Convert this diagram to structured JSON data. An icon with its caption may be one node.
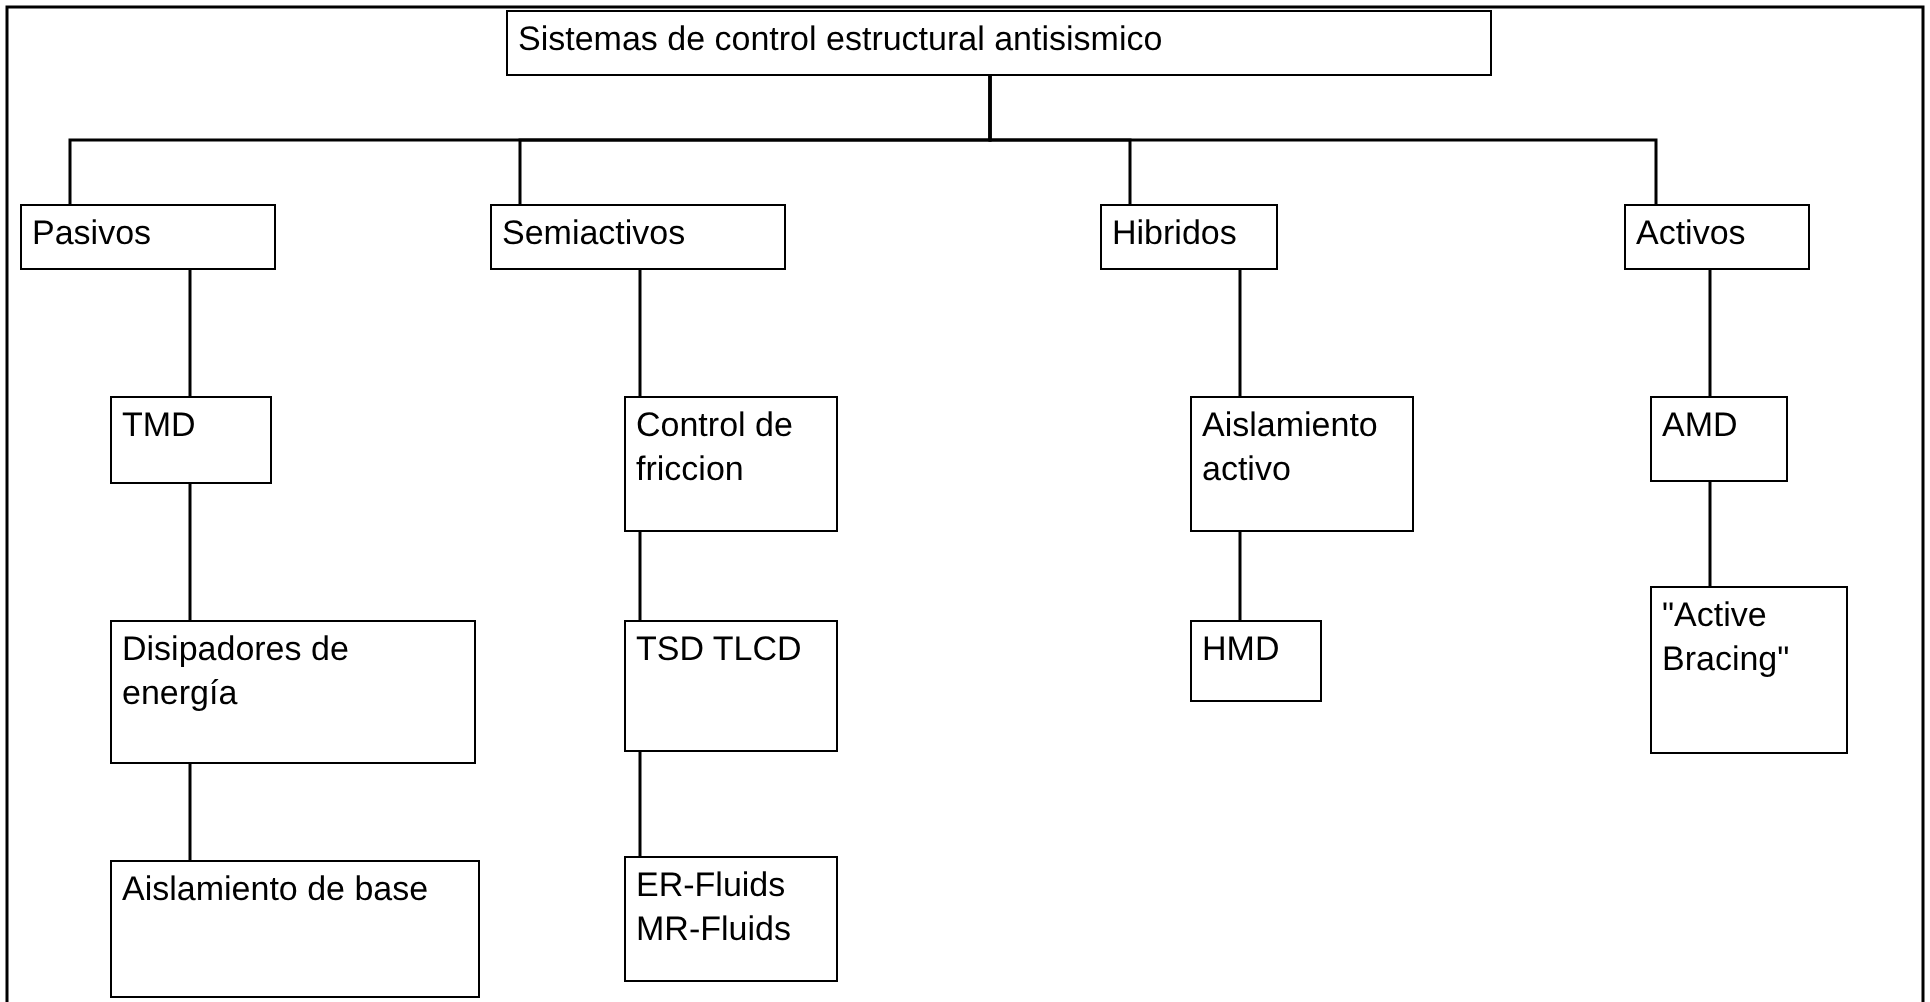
{
  "diagram": {
    "nodes": [
      {
        "text": [
          "Sistemas de control estructural antisismico"
        ]
      },
      {
        "text": [
          "Pasivos"
        ]
      },
      {
        "text": [
          "Semiactivos"
        ]
      },
      {
        "text": [
          "Hibridos"
        ]
      },
      {
        "text": [
          "Activos"
        ]
      },
      {
        "text": [
          "TMD"
        ]
      },
      {
        "text": [
          "Disipadores de energía"
        ]
      },
      {
        "text": [
          "Aislamiento de base"
        ]
      },
      {
        "text": [
          "Control de friccion"
        ]
      },
      {
        "text": [
          "TSD TLCD"
        ]
      },
      {
        "text": [
          "ER-Fluids MR-Fluids"
        ]
      },
      {
        "text": [
          "Aislamiento activo"
        ]
      },
      {
        "text": [
          "HMD"
        ]
      },
      {
        "text": [
          "AMD"
        ]
      },
      {
        "text": [
          "\"Active Bracing\""
        ]
      }
    ],
    "edges": [
      {
        "from": 0,
        "to": 1,
        "arrow": "none"
      },
      {
        "from": 0,
        "to": 2,
        "arrow": "none"
      },
      {
        "from": 0,
        "to": 3,
        "arrow": "none"
      },
      {
        "from": 0,
        "to": 4,
        "arrow": "none"
      },
      {
        "from": 1,
        "to": 5,
        "arrow": "none"
      },
      {
        "from": 5,
        "to": 6,
        "arrow": "none"
      },
      {
        "from": 6,
        "to": 7,
        "arrow": "none"
      },
      {
        "from": 2,
        "to": 8,
        "arrow": "none"
      },
      {
        "from": 8,
        "to": 9,
        "arrow": "none"
      },
      {
        "from": 9,
        "to": 10,
        "arrow": "none"
      },
      {
        "from": 3,
        "to": 11,
        "arrow": "none"
      },
      {
        "from": 11,
        "to": 12,
        "arrow": "none"
      },
      {
        "from": 4,
        "to": 13,
        "arrow": "none"
      },
      {
        "from": 13,
        "to": 14,
        "arrow": "none"
      }
    ]
  }
}
